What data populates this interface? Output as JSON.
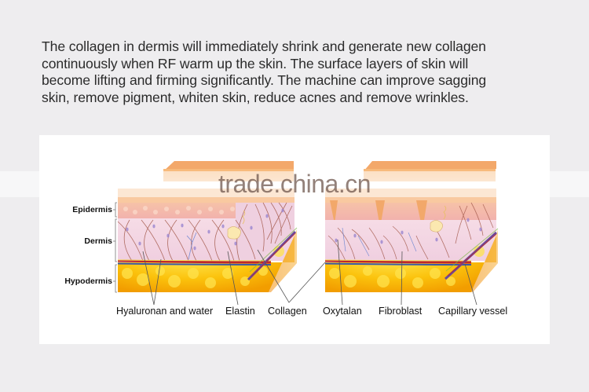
{
  "description": {
    "lines": [
      "The collagen in dermis will immediately shrink and generate new collagen",
      "continuously when RF warm up the skin. The surface layers of skin will",
      "become lifting and firming significantly. The machine can improve sagging",
      "skin, remove pigment, whiten skin, reduce acnes and remove wrinkles."
    ]
  },
  "watermark": "trade.china.cn",
  "diagram": {
    "layer_labels": {
      "epidermis": "Epidermis",
      "dermis": "Dermis",
      "hypodermis": "Hypodermis"
    },
    "structure_labels": {
      "hyaluronan": "Hyaluronan and water",
      "elastin": "Elastin",
      "collagen": "Collagen",
      "oxytalan": "Oxytalan",
      "fibroblast": "Fibroblast",
      "capillary": "Capillary vessel"
    },
    "colors": {
      "skin_top": "#f6b47a",
      "epidermis": "#f4b9a6",
      "dermis": "#f3d6e6",
      "fat": "#f6b400",
      "fat_light": "#ffe066",
      "artery": "#c0262a",
      "vein": "#3a5aa8",
      "fiber": "#a0584a"
    }
  }
}
